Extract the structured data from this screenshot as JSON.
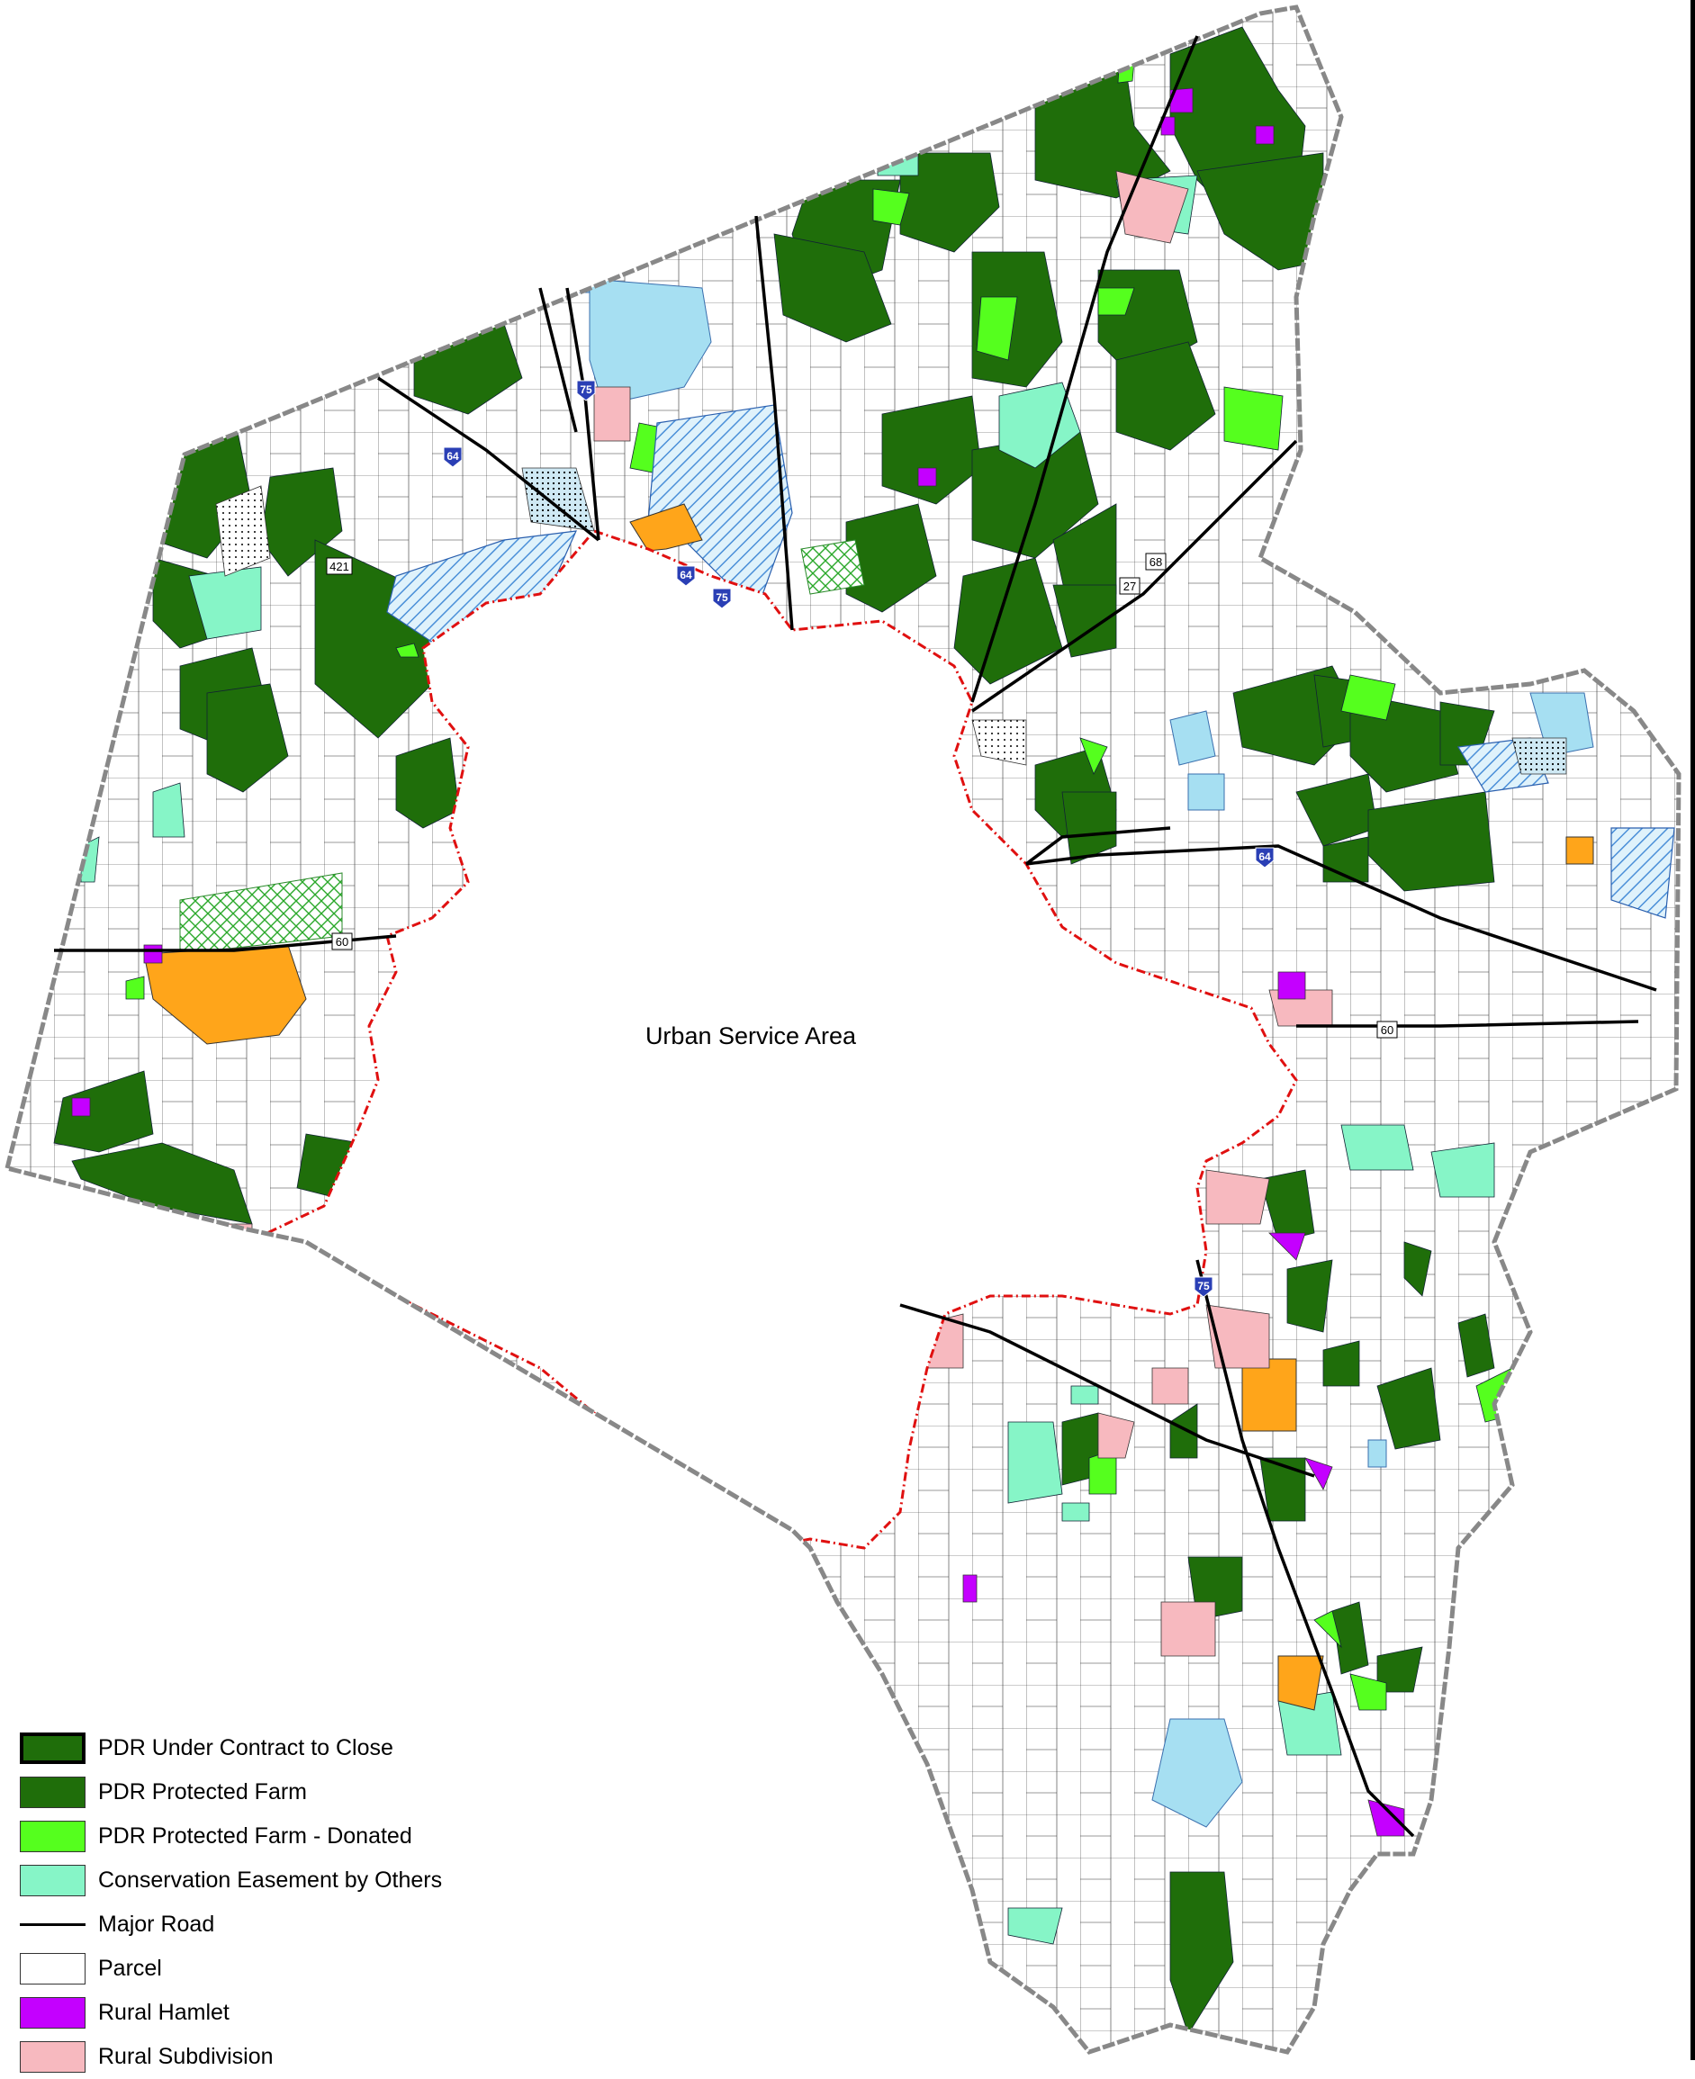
{
  "map": {
    "center_label": "Urban Service Area",
    "route_shields": [
      "75",
      "64",
      "64",
      "75",
      "421",
      "68",
      "27",
      "64",
      "60",
      "60",
      "75"
    ],
    "colors": {
      "pdr_protected_farm": "#1f6e0a",
      "pdr_donated": "#55ff1e",
      "conservation_easement": "#86f5c7",
      "rural_hamlet": "#c400ff",
      "rural_subdivision": "#f7b9bf",
      "water": "#a6dff2",
      "orange_area": "#ffa51a",
      "usa_boundary": "#e01010",
      "county_boundary": "#888888"
    }
  },
  "legend": {
    "items": [
      {
        "label": "PDR Under Contract to Close",
        "color": "#1f6e0a",
        "style": "thick-border"
      },
      {
        "label": "PDR Protected Farm",
        "color": "#1f6e0a",
        "style": "fill"
      },
      {
        "label": "PDR Protected Farm - Donated",
        "color": "#55ff1e",
        "style": "fill"
      },
      {
        "label": "Conservation Easement by Others",
        "color": "#86f5c7",
        "style": "fill"
      },
      {
        "label": "Major Road",
        "color": "#000000",
        "style": "line"
      },
      {
        "label": "Parcel",
        "color": "#ffffff",
        "style": "fill"
      },
      {
        "label": "Rural Hamlet",
        "color": "#c400ff",
        "style": "fill"
      },
      {
        "label": "Rural Subdivision",
        "color": "#f7b9bf",
        "style": "fill"
      }
    ]
  }
}
